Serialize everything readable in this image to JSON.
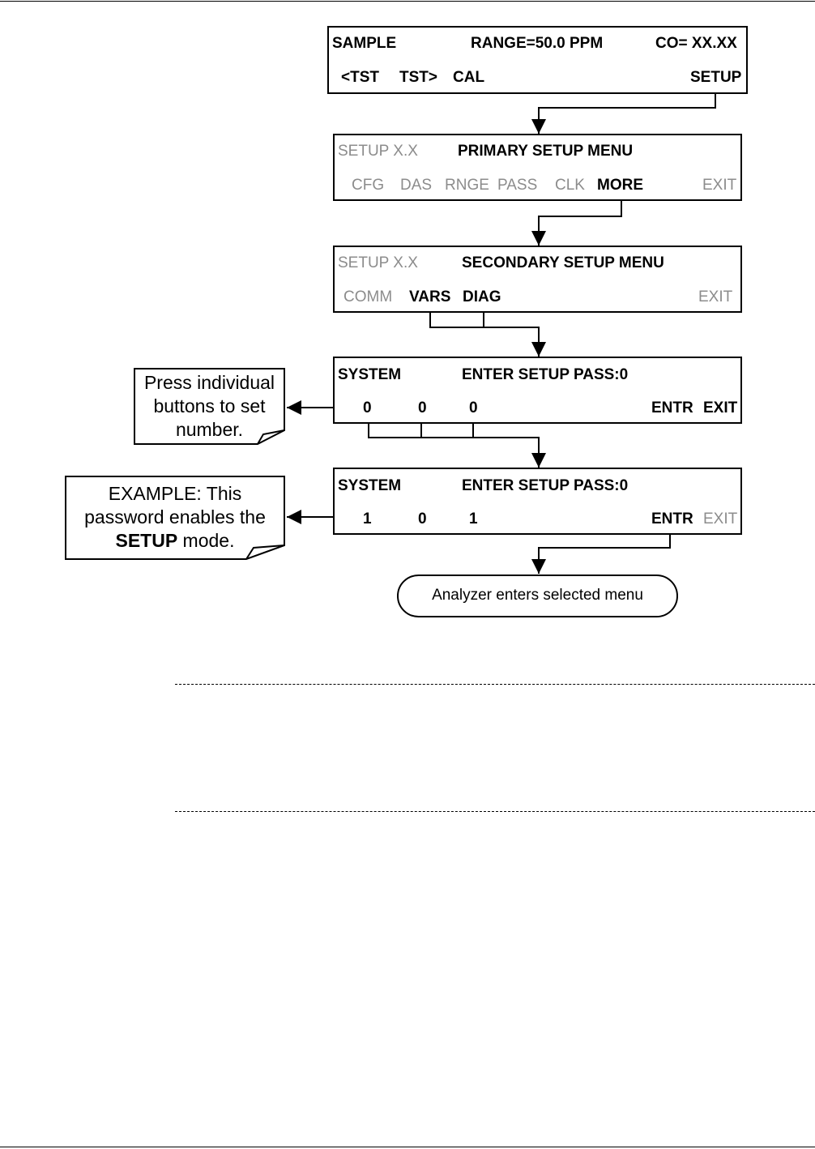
{
  "screen1": {
    "top": {
      "mode": "SAMPLE",
      "range": "RANGE=50.0 PPM",
      "conc": "CO= XX.XX"
    },
    "bottom": {
      "tst_prev": "<TST",
      "tst_next": "TST>",
      "cal": "CAL",
      "setup": "SETUP"
    }
  },
  "screen2": {
    "top": {
      "status": "SETUP X.X",
      "title": "PRIMARY SETUP MENU"
    },
    "bottom": {
      "cfg": "CFG",
      "das": "DAS",
      "rnge": "RNGE",
      "pass": "PASS",
      "clk": "CLK",
      "more": "MORE",
      "exit": "EXIT"
    }
  },
  "screen3": {
    "top": {
      "status": "SETUP X.X",
      "title": "SECONDARY SETUP MENU"
    },
    "bottom": {
      "comm": "COMM",
      "vars": "VARS",
      "diag": "DIAG",
      "exit": "EXIT"
    }
  },
  "screen4": {
    "top": {
      "status": "SYSTEM",
      "prompt": "ENTER SETUP PASS:0"
    },
    "bottom": {
      "d1": "0",
      "d2": "0",
      "d3": "0",
      "entr": "ENTR",
      "exit": "EXIT"
    }
  },
  "screen5": {
    "top": {
      "status": "SYSTEM",
      "prompt": "ENTER SETUP PASS:0"
    },
    "bottom": {
      "d1": "1",
      "d2": "0",
      "d3": "1",
      "entr": "ENTR",
      "exit": "EXIT"
    }
  },
  "note1": {
    "line1": "Press individual",
    "line2": "buttons to set",
    "line3": "number."
  },
  "note2": {
    "line1": "EXAMPLE: This",
    "line2": "password enables the",
    "line3_bold": "SETUP",
    "line3_rest": " mode."
  },
  "result": "Analyzer enters selected menu",
  "colors": {
    "ink": "#000000",
    "inactive_key": "#8c8c8c",
    "background": "#ffffff"
  }
}
